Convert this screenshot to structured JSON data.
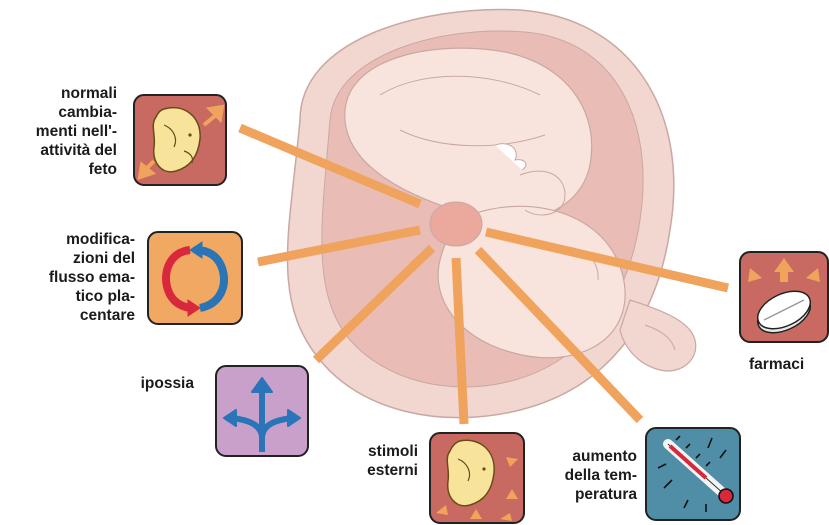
{
  "labels": {
    "fetal_activity": [
      "normali",
      "cambia-",
      "menti nell'-",
      "attività del",
      "feto"
    ],
    "placental_flow": [
      "modifica-",
      "zioni del",
      "flusso ema-",
      "tico pla-",
      "centare"
    ],
    "hypoxia": [
      "ipossia"
    ],
    "external_stimuli": [
      "stimoli",
      "esterni"
    ],
    "temperature": [
      "aumento",
      "della tem-",
      "peratura"
    ],
    "drugs": [
      "farmaci"
    ]
  },
  "colors": {
    "ray": "#f0a35c",
    "uterus_outer": "#f2d6d0",
    "uterus_inner": "#e9bdb6",
    "fetus": "#f8e4dc",
    "outline": "#c9a8a2",
    "placenta": "#eba99d",
    "tile_fetal": "#c86a62",
    "tile_flow": "#f1a862",
    "tile_hypoxia": "#c9a0c9",
    "tile_temperature": "#4f8ea6",
    "tile_drugs": "#c86a62",
    "arrow_red": "#d9283c",
    "arrow_blue": "#2a74b8",
    "fetus_icon": "#f7e49a"
  },
  "icons": [
    "fetus-icon",
    "circulation-arrows-icon",
    "branching-arrows-icon",
    "fetus-stimuli-icon",
    "thermometer-icon",
    "pill-icon"
  ]
}
